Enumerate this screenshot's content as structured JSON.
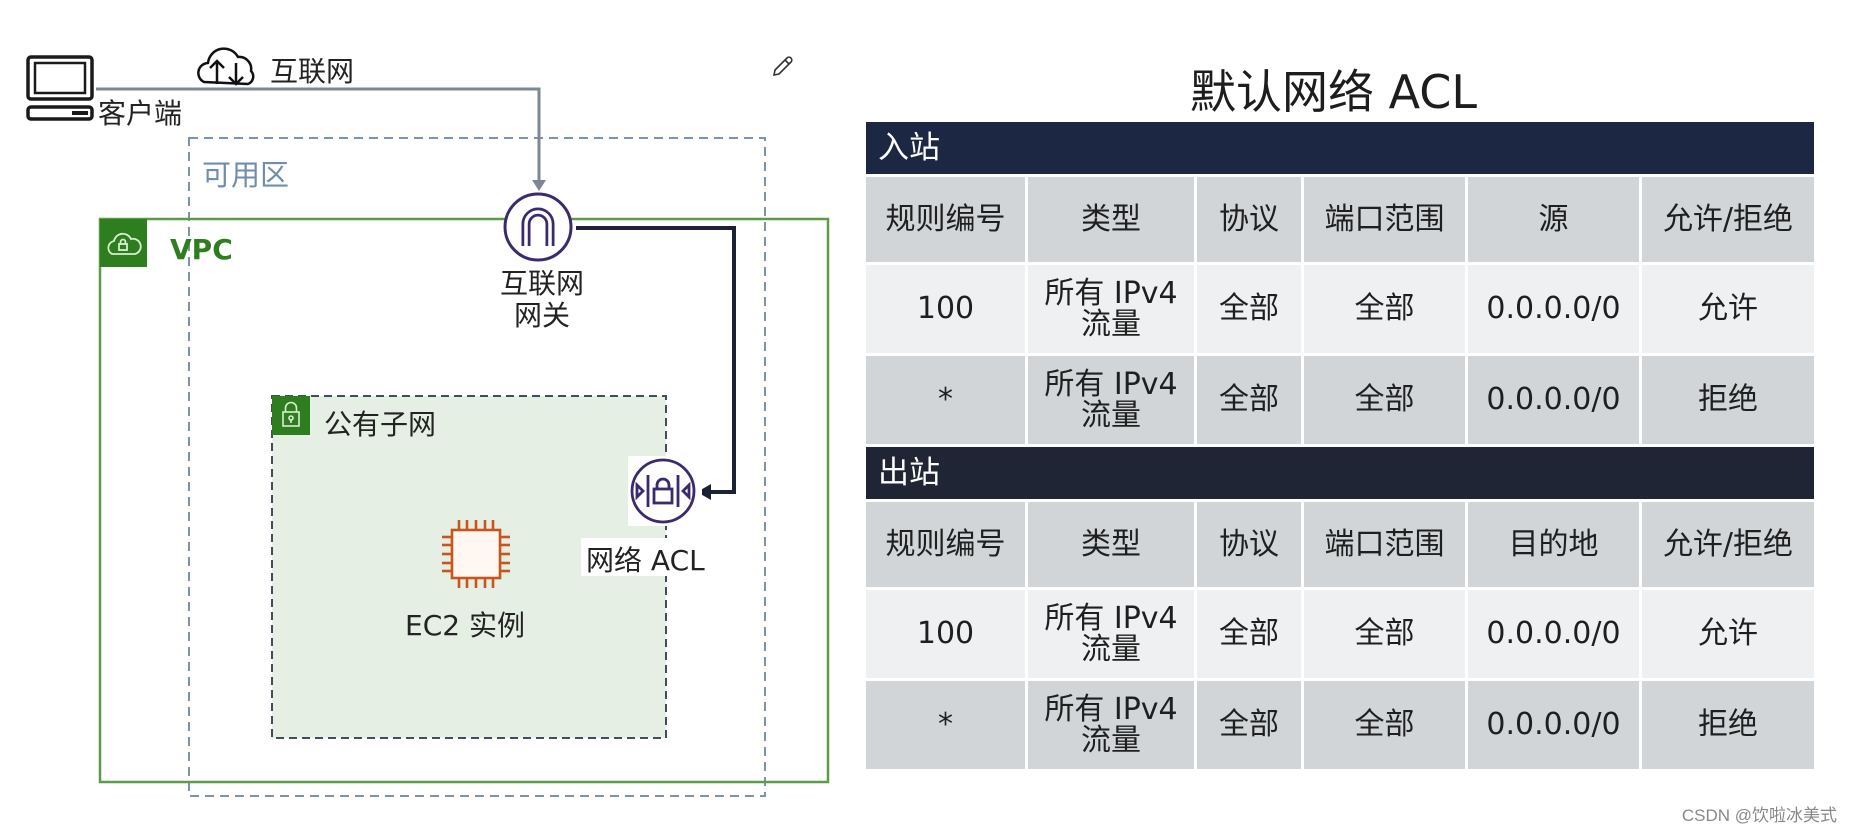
{
  "diagram": {
    "client_label": "客户端",
    "internet_label": "互联网",
    "az_label": "可用区",
    "vpc_label": "VPC",
    "igw_label_line1": "互联网",
    "igw_label_line2": "网关",
    "subnet_label": "公有子网",
    "nacl_label": "网络 ACL",
    "ec2_label": "EC2 实例",
    "colors": {
      "vpc_green": "#2e7d1e",
      "az_dash": "#7a95ab",
      "subnet_fill": "#e5efe3",
      "purple": "#3b2a6e",
      "ec2_orange": "#c8561c",
      "arrow_dark": "#1c2235",
      "arrow_gray": "#7e8796"
    }
  },
  "acl": {
    "title": "默认网络 ACL",
    "inbound": {
      "section_label": "入站",
      "headers": [
        "规则编号",
        "类型",
        "协议",
        "端口范围",
        "源",
        "允许/拒绝"
      ],
      "rows": [
        [
          "100",
          "所有 IPv4\n流量",
          "全部",
          "全部",
          "0.0.0.0/0",
          "允许"
        ],
        [
          "*",
          "所有 IPv4\n流量",
          "全部",
          "全部",
          "0.0.0.0/0",
          "拒绝"
        ]
      ]
    },
    "outbound": {
      "section_label": "出站",
      "headers": [
        "规则编号",
        "类型",
        "协议",
        "端口范围",
        "目的地",
        "允许/拒绝"
      ],
      "rows": [
        [
          "100",
          "所有 IPv4\n流量",
          "全部",
          "全部",
          "0.0.0.0/0",
          "允许"
        ],
        [
          "*",
          "所有 IPv4\n流量",
          "全部",
          "全部",
          "0.0.0.0/0",
          "拒绝"
        ]
      ]
    }
  },
  "watermark": "CSDN @饮啦冰美式"
}
